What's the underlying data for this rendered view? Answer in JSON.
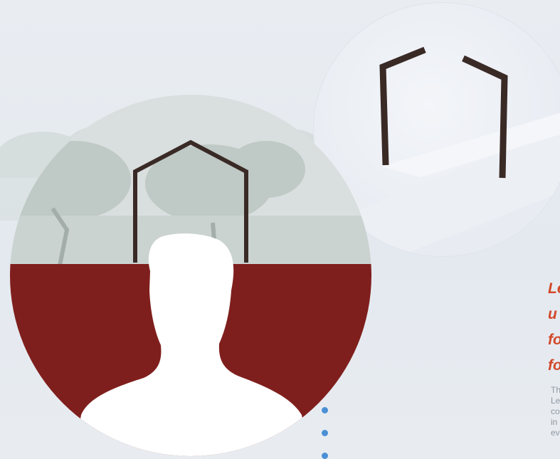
{
  "palette": {
    "accent_red": "#d2472a",
    "floor_maroon": "#7f1f1d",
    "frame_dark_brown": "#3a2a26",
    "dot_blue": "#4a90d6",
    "body_text_gray": "#9097a0"
  },
  "illustrations": {
    "big_circle": "person-silhouette-in-house-frame",
    "small_circle": "open-house-frame-walls"
  },
  "heading_fragments": [
    "Le",
    "u",
    "fo",
    "fo"
  ],
  "body_fragments": [
    "Th",
    "Le",
    "co",
    "in",
    "ev"
  ],
  "bullets": [
    "",
    "",
    ""
  ]
}
